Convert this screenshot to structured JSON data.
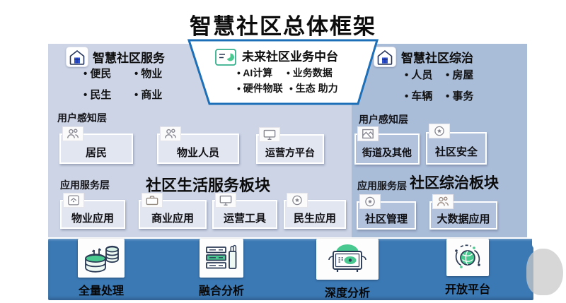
{
  "title": "智慧社区总体框架",
  "top": {
    "left": {
      "title": "智慧社区服务",
      "icon": "house-icon",
      "items": [
        "便民",
        "物业",
        "民生",
        "商业"
      ]
    },
    "center": {
      "title": "未来社区业务中台",
      "icon": "platform-card-icon",
      "items": [
        "AI计算",
        "业务数据",
        "硬件物联",
        "生态 助力"
      ]
    },
    "right": {
      "title": "智慧社区综治",
      "icon": "house-icon",
      "items": [
        "人员",
        "房屋",
        "车辆",
        "事务"
      ]
    }
  },
  "layer_labels": {
    "perception": "用户感知层",
    "application": "应用服务层"
  },
  "left_panel": {
    "section_title": "社区生活服务板块",
    "perception_boxes": [
      {
        "label": "居民",
        "icon": "users-icon"
      },
      {
        "label": "物业人员",
        "icon": "users-icon"
      },
      {
        "label": "运营方平台",
        "icon": "monitor-icon"
      }
    ],
    "application_boxes": [
      {
        "label": "物业应用",
        "icon": "home-icon"
      },
      {
        "label": "商业应用",
        "icon": "briefcase-icon"
      },
      {
        "label": "运营工具",
        "icon": "monitor-icon"
      },
      {
        "label": "民生应用",
        "icon": "badge-icon"
      }
    ]
  },
  "right_panel": {
    "section_title": "社区综治板块",
    "perception_boxes": [
      {
        "label": "街道及其他",
        "icon": "image-icon"
      },
      {
        "label": "社区安全",
        "icon": "badge-icon"
      }
    ],
    "application_boxes": [
      {
        "label": "社区管理",
        "icon": "badge-icon"
      },
      {
        "label": "大数据应用",
        "icon": "users-icon"
      }
    ]
  },
  "bottom_bar": {
    "modules": [
      {
        "label": "全量处理",
        "icon": "database-icon"
      },
      {
        "label": "融合分析",
        "icon": "server-icon"
      },
      {
        "label": "深度分析",
        "icon": "analyzer-icon"
      },
      {
        "label": "开放平台",
        "icon": "globe-icon"
      }
    ]
  },
  "colors": {
    "left_panel_bg": "#ccd4e6",
    "right_panel_bg": "#a9bcd8",
    "bottom_bar_bg": "#3b79b5",
    "accent_green": "#49c98f",
    "platform_border": "#1d6fb8",
    "header_icon_blue": "#2d50cf"
  }
}
